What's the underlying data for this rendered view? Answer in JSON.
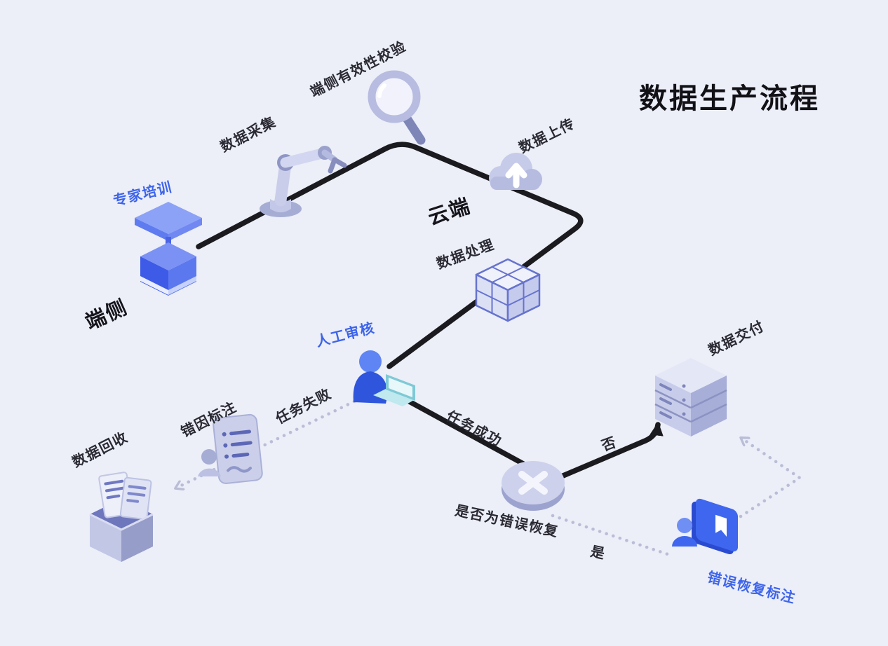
{
  "title": "数据生产流程",
  "zones": {
    "device_side": "端侧",
    "cloud_side": "云端"
  },
  "steps": {
    "expert_training": "专家培训",
    "data_collection": "数据采集",
    "device_validation": "端侧有效性校验",
    "data_upload": "数据上传",
    "data_processing": "数据处理",
    "manual_review": "人工审核",
    "error_cause_annotation": "错因标注",
    "data_recycle": "数据回收",
    "data_delivery": "数据交付",
    "error_recovery_annotation": "错误恢复标注"
  },
  "edges": {
    "task_failed": "任务失败",
    "task_success": "任务成功",
    "decision": "是否为错误恢复",
    "yes": "是",
    "no": "否"
  },
  "icons": [
    "podium-icon",
    "robot-arm-icon",
    "magnifier-icon",
    "cloud-upload-icon",
    "cube-icon",
    "person-laptop-icon",
    "document-person-icon",
    "recycle-box-icon",
    "decision-x-icon",
    "server-icon",
    "book-person-icon"
  ],
  "colors": {
    "background": "#ECEEF8",
    "accent_blue": "#3D64EA",
    "flow_line": "#1B1B1F",
    "dotted_line": "#B9BDD6",
    "icon_lavender": "#C9CDEA",
    "icon_lavender_dark": "#9AA1CC",
    "text": "#2A2A33"
  }
}
